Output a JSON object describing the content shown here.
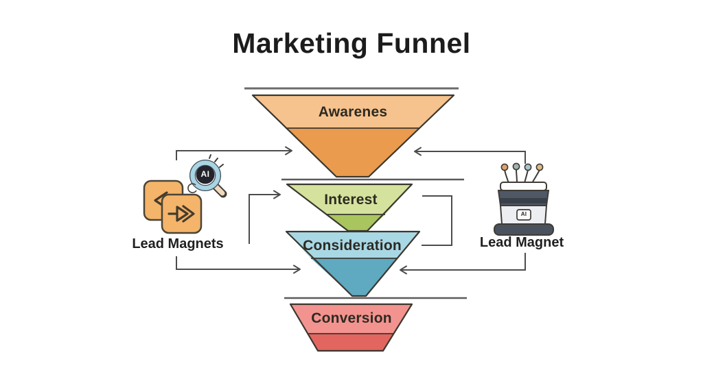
{
  "title": "Marketing Funnel",
  "funnel": {
    "stages": [
      {
        "id": "awareness",
        "label": "Awarenes",
        "color_light": "#F6C28D",
        "color_dark": "#EB9B4D"
      },
      {
        "id": "interest",
        "label": "Interest",
        "color_light": "#D4E29D",
        "color_dark": "#A8C55E"
      },
      {
        "id": "consideration",
        "label": "Consideration",
        "color_light": "#A9D8E5",
        "color_dark": "#5FA9C1"
      },
      {
        "id": "conversion",
        "label": "Conversion",
        "color_light": "#F3938F",
        "color_dark": "#E3655F"
      }
    ],
    "outline_color": "#3A372F",
    "divider_line_color": "#5B5B5B"
  },
  "left_group": {
    "label": "Lead Magnets",
    "badge": "AI",
    "icons": [
      "back-card-icon",
      "forward-arrow-card-icon",
      "ai-magnifier-icon"
    ],
    "card_color": "#F4B46A",
    "ring_color": "#A9D4E4",
    "badge_bg": "#23232B"
  },
  "right_group": {
    "label": "Lead Magnet",
    "badge": "AI",
    "icons": [
      "lead-magnet-device-icon"
    ],
    "device_body_color": "#4F5864",
    "device_face_color": "#EDEEF1"
  },
  "connectors": {
    "color": "#4C4C4C"
  }
}
